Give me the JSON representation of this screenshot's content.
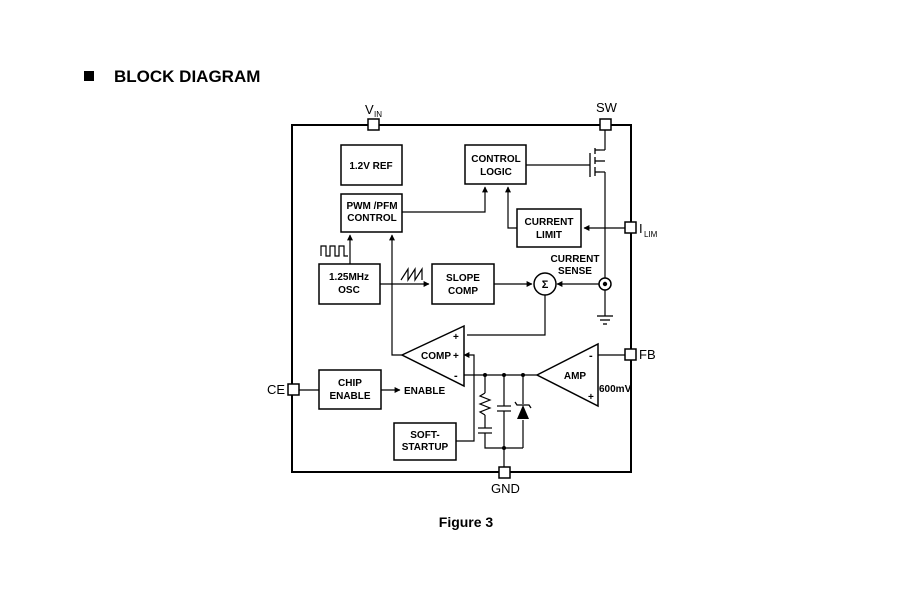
{
  "section_title": "BLOCK DIAGRAM",
  "figure_caption": "Figure 3",
  "pins": {
    "vin_main": "V",
    "vin_sub": "IN",
    "sw": "SW",
    "ilim_main": "I",
    "ilim_sub": "LIM",
    "fb": "FB",
    "ce": "CE",
    "gnd": "GND"
  },
  "blocks": {
    "ref": [
      "1.2V REF"
    ],
    "pwm": [
      "PWM /PFM",
      "CONTROL"
    ],
    "ctrl": [
      "CONTROL",
      "LOGIC"
    ],
    "ilim": [
      "CURRENT",
      "LIMIT"
    ],
    "osc": [
      "1.25MHz",
      "OSC"
    ],
    "slope": [
      "SLOPE",
      "COMP"
    ],
    "chip": [
      "CHIP",
      "ENABLE"
    ],
    "soft": [
      "SOFT-",
      "STARTUP"
    ]
  },
  "labels": {
    "comp": "COMP",
    "amp": "AMP",
    "sense": [
      "CURRENT",
      "SENSE"
    ],
    "sum": "Σ",
    "enable": "ENABLE",
    "vref": "600mV",
    "plus": "+",
    "minus": "-"
  },
  "colors": {
    "line": "#000000",
    "background": "#ffffff"
  }
}
